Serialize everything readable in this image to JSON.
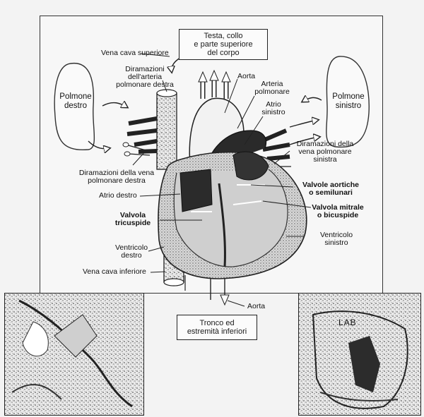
{
  "top_box": [
    "Testa, collo",
    "e parte superiore",
    "del corpo"
  ],
  "bottom_box": [
    "Tronco ed",
    "estremità inferiori"
  ],
  "lungs": {
    "right": [
      "Polmone",
      "destro"
    ],
    "left": [
      "Polmone",
      "sinistro"
    ]
  },
  "labels": {
    "vena_cava_superiore": "Vena cava superiore",
    "diram_arteria_polm": [
      "Diramazioni",
      "dell'arteria",
      "polmonare destra"
    ],
    "aorta_top": "Aorta",
    "arteria_polmonare": [
      "Arteria",
      "polmonare"
    ],
    "atrio_sinistro": [
      "Atrio",
      "sinistro"
    ],
    "diram_vena_polm_sin": [
      "Diramazioni della",
      "vena polmonare",
      "sinistra"
    ],
    "diram_vena_polm_des": [
      "Diramazioni della vena",
      "polmonare destra"
    ],
    "atrio_destro": "Atrio destro",
    "valvola_tricuspide": [
      "Valvola",
      "tricuspide"
    ],
    "valvole_aortiche": [
      "Valvole aortiche",
      "o semilunari"
    ],
    "valvola_mitrale": [
      "Valvola mitrale",
      "o bicuspide"
    ],
    "ventricolo_sinistro": [
      "Ventricolo",
      "sinistro"
    ],
    "ventricolo_destro": [
      "Ventricolo",
      "destro"
    ],
    "vena_cava_inferiore": "Vena cava inferiore",
    "aorta_bottom": "Aorta"
  },
  "photo_text": "LAB"
}
